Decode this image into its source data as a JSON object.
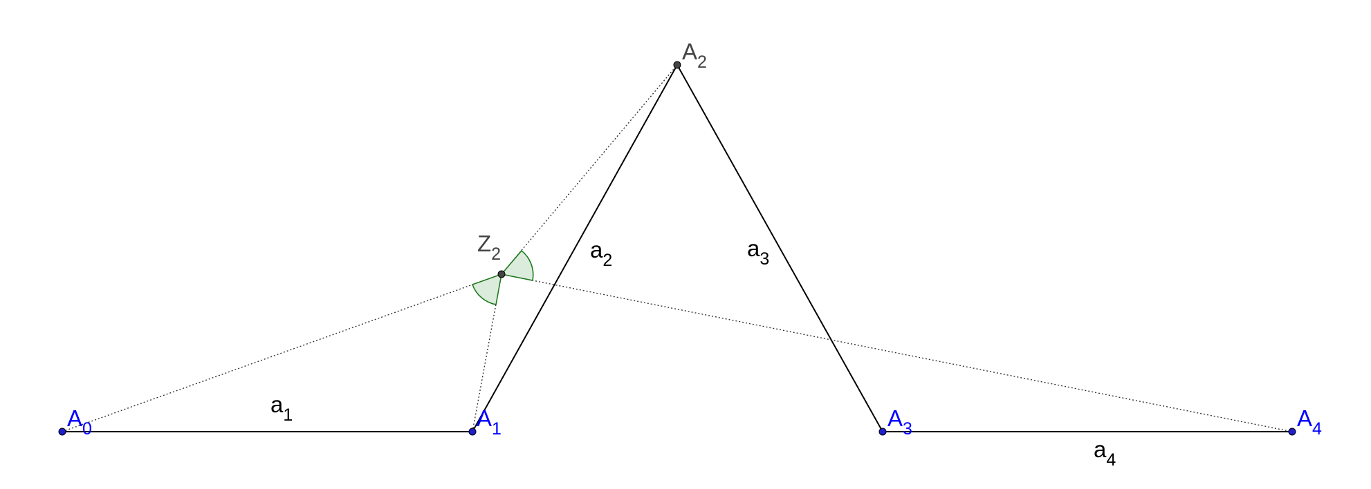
{
  "colors": {
    "segment": "#000000",
    "construction": "#333333",
    "point_free": "#1f1fcc",
    "point_dependent": "#444444",
    "label_free": "#0000ff",
    "label_dependent": "#444444",
    "label_segment": "#000000",
    "angle_stroke": "#1e7a1e",
    "angle_fill": "#dcecdc"
  },
  "points": {
    "A0": {
      "name": "A",
      "index": "0"
    },
    "A1": {
      "name": "A",
      "index": "1"
    },
    "A2": {
      "name": "A",
      "index": "2"
    },
    "A3": {
      "name": "A",
      "index": "3"
    },
    "A4": {
      "name": "A",
      "index": "4"
    },
    "Z2": {
      "name": "Z",
      "index": "2"
    }
  },
  "segments": {
    "a1": {
      "name": "a",
      "index": "1"
    },
    "a2": {
      "name": "a",
      "index": "2"
    },
    "a3": {
      "name": "a",
      "index": "3"
    },
    "a4": {
      "name": "a",
      "index": "4"
    }
  }
}
